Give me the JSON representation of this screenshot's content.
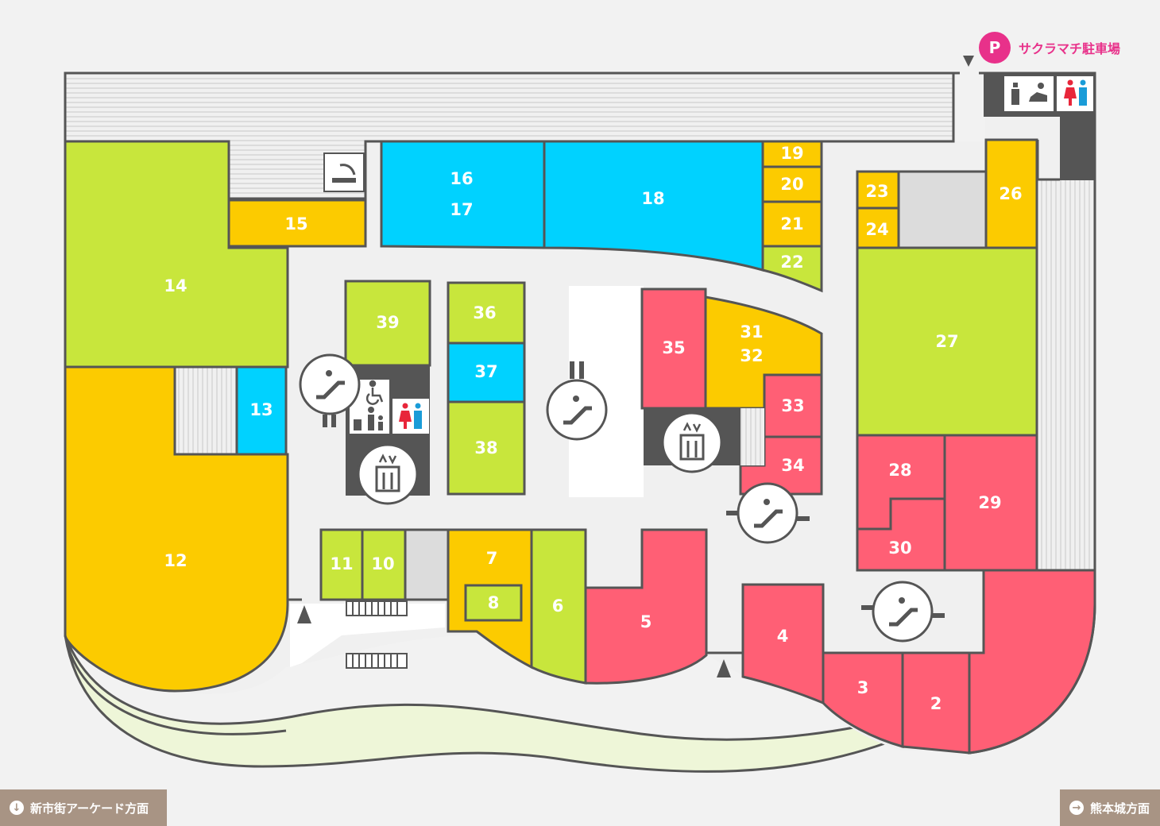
{
  "colors": {
    "background": "#f2f2f2",
    "corridor": "#f0f0f0",
    "fashion_green": "#c8e63c",
    "food_yellow": "#fccb00",
    "service_blue": "#00d2ff",
    "gift_pink": "#ff5f75",
    "facility_dark": "#555555",
    "park_green": "#eef6d8",
    "parking_pink": "#e8318a",
    "direction_brown": "#a89484"
  },
  "shops": [
    {
      "id": "2",
      "label": "2",
      "category": "gift_pink"
    },
    {
      "id": "3",
      "label": "3",
      "category": "gift_pink"
    },
    {
      "id": "4",
      "label": "4",
      "category": "gift_pink"
    },
    {
      "id": "5",
      "label": "5",
      "category": "gift_pink"
    },
    {
      "id": "6",
      "label": "6",
      "category": "fashion_green"
    },
    {
      "id": "7",
      "label": "7",
      "category": "food_yellow"
    },
    {
      "id": "8",
      "label": "8",
      "category": "fashion_green"
    },
    {
      "id": "10",
      "label": "10",
      "category": "fashion_green"
    },
    {
      "id": "11",
      "label": "11",
      "category": "fashion_green"
    },
    {
      "id": "12",
      "label": "12",
      "category": "food_yellow"
    },
    {
      "id": "13",
      "label": "13",
      "category": "service_blue"
    },
    {
      "id": "14",
      "label": "14",
      "category": "fashion_green"
    },
    {
      "id": "15",
      "label": "15",
      "category": "food_yellow"
    },
    {
      "id": "16",
      "label": "16",
      "category": "service_blue"
    },
    {
      "id": "17",
      "label": "17",
      "category": "service_blue"
    },
    {
      "id": "18",
      "label": "18",
      "category": "service_blue"
    },
    {
      "id": "19",
      "label": "19",
      "category": "food_yellow"
    },
    {
      "id": "20",
      "label": "20",
      "category": "food_yellow"
    },
    {
      "id": "21",
      "label": "21",
      "category": "food_yellow"
    },
    {
      "id": "22",
      "label": "22",
      "category": "fashion_green"
    },
    {
      "id": "23",
      "label": "23",
      "category": "food_yellow"
    },
    {
      "id": "24",
      "label": "24",
      "category": "food_yellow"
    },
    {
      "id": "26",
      "label": "26",
      "category": "food_yellow"
    },
    {
      "id": "27",
      "label": "27",
      "category": "fashion_green"
    },
    {
      "id": "28",
      "label": "28",
      "category": "gift_pink"
    },
    {
      "id": "29",
      "label": "29",
      "category": "gift_pink"
    },
    {
      "id": "30",
      "label": "30",
      "category": "gift_pink"
    },
    {
      "id": "31",
      "label": "31",
      "category": "food_yellow"
    },
    {
      "id": "32",
      "label": "32",
      "category": "food_yellow"
    },
    {
      "id": "33",
      "label": "33",
      "category": "gift_pink"
    },
    {
      "id": "34",
      "label": "34",
      "category": "gift_pink"
    },
    {
      "id": "35",
      "label": "35",
      "category": "gift_pink"
    },
    {
      "id": "36",
      "label": "36",
      "category": "fashion_green"
    },
    {
      "id": "37",
      "label": "37",
      "category": "service_blue"
    },
    {
      "id": "38",
      "label": "38",
      "category": "fashion_green"
    },
    {
      "id": "39",
      "label": "39",
      "category": "fashion_green"
    }
  ],
  "icons": {
    "escalator": "escalator-icon",
    "elevator": "elevator-icon",
    "restroom": "restroom-icon",
    "accessible_restroom": "wheelchair-icon",
    "nursing_room": "nursing-room-icon",
    "baby_changing": "baby-changing-icon",
    "smoking_area": "smoking-area-icon",
    "entrance": "entrance-arrow-icon"
  },
  "parking": {
    "badge": "P",
    "label": "サクラマチ駐車場"
  },
  "directions": {
    "left": {
      "label": "新市街アーケード方面",
      "icon": "arrow-down-icon"
    },
    "right": {
      "label": "熊本城方面",
      "icon": "arrow-right-icon"
    }
  }
}
